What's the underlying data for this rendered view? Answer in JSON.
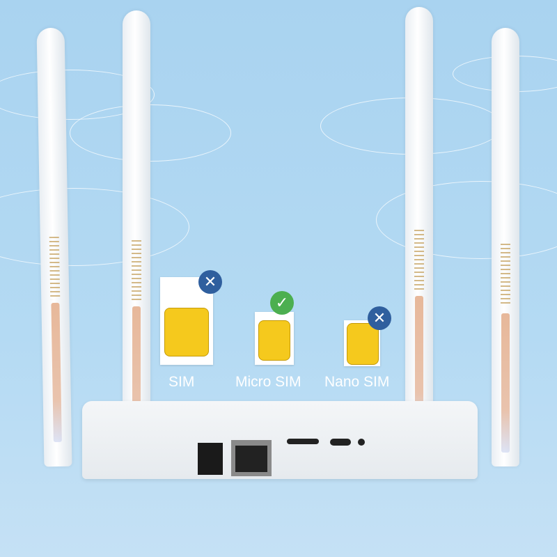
{
  "sim_types": [
    {
      "label": "SIM",
      "status": "unsupported",
      "icon": "x-icon"
    },
    {
      "label": "Micro SIM",
      "status": "supported",
      "icon": "check-icon"
    },
    {
      "label": "Nano SIM",
      "status": "unsupported",
      "icon": "x-icon"
    }
  ],
  "colors": {
    "background": "#b0d7f2",
    "supported": "#4caf50",
    "unsupported": "#2f5f9e",
    "chip": "#f5c91d"
  }
}
